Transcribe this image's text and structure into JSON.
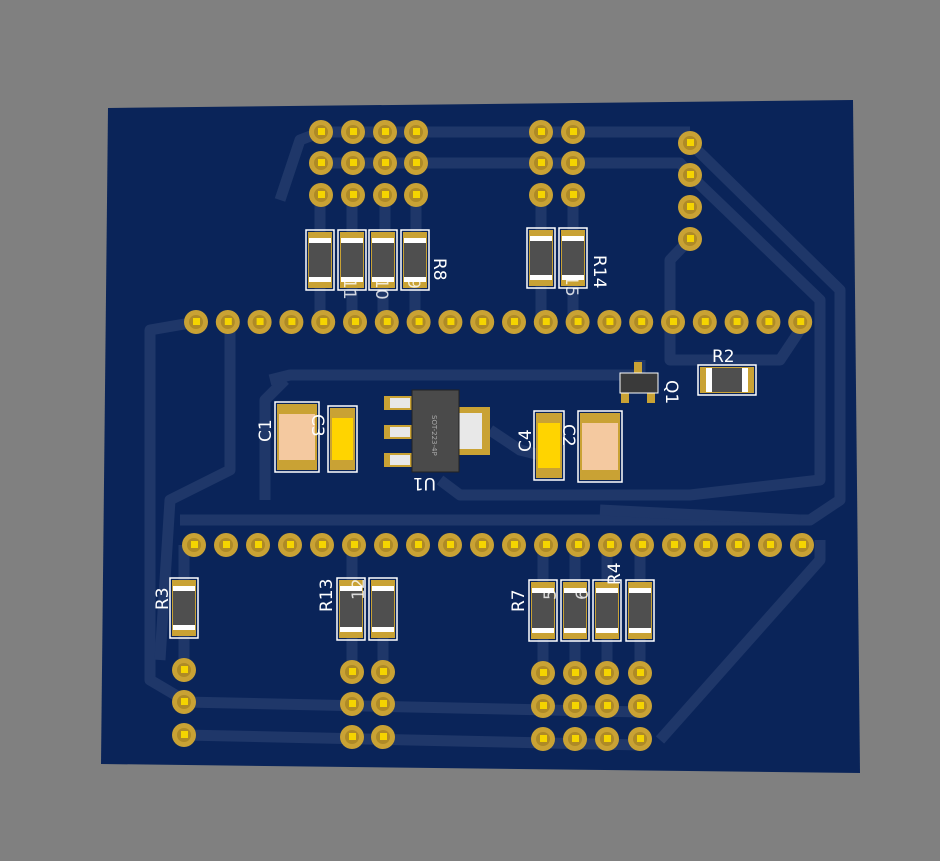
{
  "board": {
    "background_color": "#808080",
    "board_color": "#0a2459",
    "trace_color": "#1f3769",
    "pad_color": "#c9a234",
    "drill_color": "#f5d400"
  },
  "labels": {
    "R8": "R8",
    "R14": "R14",
    "R2": "R2",
    "Q1": "Q1",
    "U1": "U1",
    "C1": "C1",
    "C3": "C3",
    "C4": "C4",
    "C2": "C2",
    "R3": "R3",
    "R13": "R13",
    "R7": "R7",
    "R4": "R4",
    "R11": "11",
    "R10": "10",
    "R9": "9",
    "R15": "15",
    "R12": "12",
    "R5": "5",
    "R6": "6"
  },
  "u1_marking": "SOT-223-4P"
}
